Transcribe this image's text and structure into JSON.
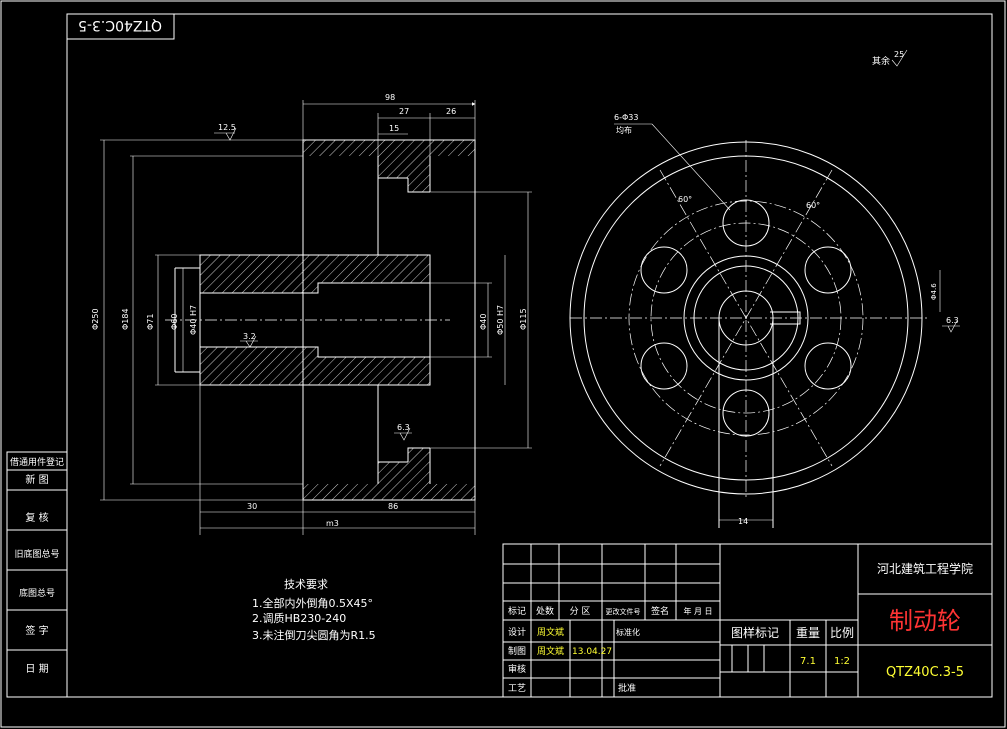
{
  "drawing_number_flipped": "QTZ40C.3-5",
  "roughness_other": {
    "label": "其余",
    "value": "25"
  },
  "left_strip": [
    "借通用件登记",
    "新 图",
    "复 核",
    "旧底图总号",
    "底图总号",
    "签 字",
    "日 期"
  ],
  "front_view": {
    "dims_top": [
      "98",
      "27",
      "26",
      "15"
    ],
    "roughness_top": "12.5",
    "roughness_mid": "3.2",
    "roughness_low": "6.3",
    "dia_outer": "Φ250",
    "dia_2": "Φ184",
    "dia_3": "Φ71",
    "dia_4": "Φ60",
    "bore": "Φ40 H7",
    "dia_right_1": "Φ40",
    "dia_right_2": "Φ50 H7",
    "dia_right_3": "Φ115",
    "dims_bottom": [
      "30",
      "86",
      "m3"
    ]
  },
  "side_view": {
    "hole_label": "6-Φ33",
    "hole_sub": "均布",
    "angle_1": "60°",
    "angle_2": "60°",
    "dim_right_a": "Φ4.6",
    "dim_right_b": "6.3",
    "keyway": "14"
  },
  "tech_req": {
    "title": "技术要求",
    "items": [
      "1.全部内外倒角0.5X45°",
      "2.调质HB230-240",
      "3.未注倒刀尖圆角为R1.5"
    ]
  },
  "title_block": {
    "header_row": [
      "标记",
      "处数",
      "分 区",
      "更改文件号",
      "签名",
      "年 月 日"
    ],
    "design": "设计",
    "designer": "周文斌",
    "std": "标准化",
    "draw": "制图",
    "drawer": "周文斌",
    "date": "13.04.27",
    "review": "审核",
    "process": "工艺",
    "approve": "批准",
    "stage": "图样标记",
    "weight_label": "重量",
    "scale_label": "比例",
    "weight": "7.1",
    "scale": "1:2",
    "school": "河北建筑工程学院",
    "part_name": "制动轮",
    "drawing_no": "QTZ40C.3-5"
  },
  "colors": {
    "background": "#000000",
    "line": "#ffffff",
    "accent": "#ffff33",
    "part_name": "#ff3333"
  }
}
